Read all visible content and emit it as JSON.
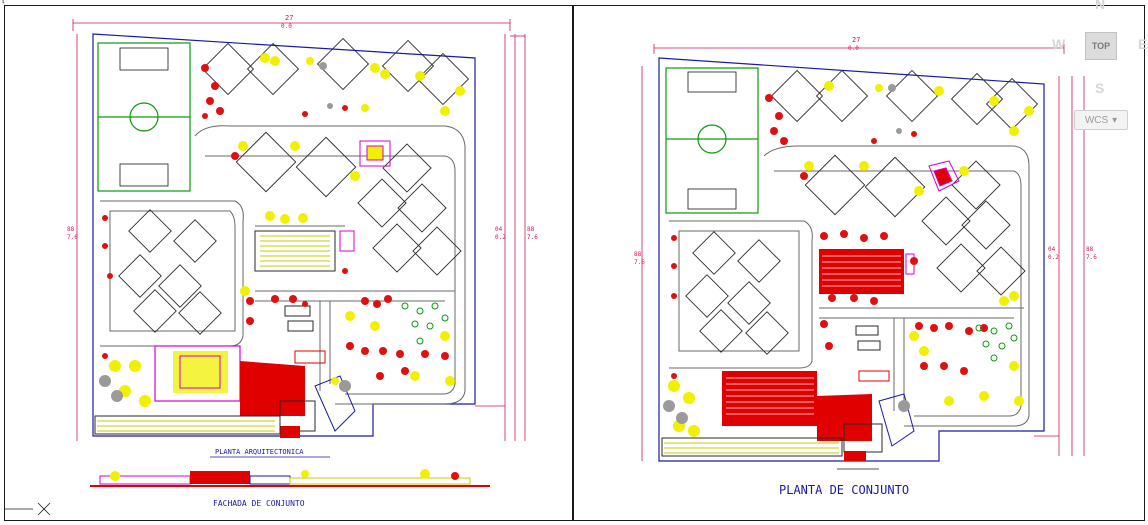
{
  "viewcube": {
    "north": "N",
    "south": "S",
    "east": "E",
    "west": "W",
    "top": "TOP",
    "wcs": "WCS",
    "wcs_arrow": "▾"
  },
  "left_sheet": {
    "plan_title": "PLANTA ARQUITECTONICA",
    "elevation_title": "FACHADA DE CONJUNTO",
    "dim_top_a": "27",
    "dim_top_b": "0.0",
    "dim_right_a": "04",
    "dim_right_b": "0.2",
    "dim_right_c": "88",
    "dim_right_d": "7.6",
    "dim_left_a": "88",
    "dim_left_b": "7.6"
  },
  "right_sheet": {
    "plan_title": "PLANTA DE CONJUNTO",
    "dim_top_a": "27",
    "dim_top_b": "0.0",
    "dim_right_a": "04",
    "dim_right_b": "0.2",
    "dim_right_c": "88",
    "dim_right_d": "7.6",
    "dim_left_a": "88",
    "dim_left_b": "7.6"
  },
  "colors": {
    "boundary": "#1a1aa8",
    "dim": "#cc1a55",
    "tree_red": "#e01010",
    "tree_yellow": "#f0f000",
    "court": "#2a2a2a",
    "green": "#0a9a0a",
    "magenta": "#d400d4",
    "building": "#e00000"
  }
}
